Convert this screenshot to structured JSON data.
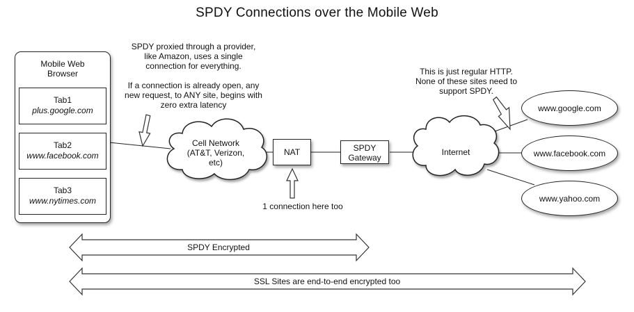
{
  "title": "SPDY Connections over the Mobile Web",
  "browser": {
    "title_line1": "Mobile Web",
    "title_line2": "Browser",
    "tabs": [
      {
        "name": "Tab1",
        "url": "plus.google.com"
      },
      {
        "name": "Tab2",
        "url": "www.facebook.com"
      },
      {
        "name": "Tab3",
        "url": "www.nytimes.com"
      }
    ]
  },
  "notes": {
    "proxy": [
      "SPDY proxied through a provider,",
      "like Amazon, uses a single",
      "connection for everything."
    ],
    "latency": [
      "If a connection is already open, any",
      "new request, to ANY site, begins with",
      "zero extra latency"
    ],
    "http": [
      "This is just regular HTTP.",
      "None of these sites need to",
      "support SPDY."
    ],
    "nat": "1 connection here too"
  },
  "nodes": {
    "cell_network": [
      "Cell Network",
      "(AT&T, Verizon,",
      "etc)"
    ],
    "nat": "NAT",
    "gateway": [
      "SPDY",
      "Gateway"
    ],
    "internet": "Internet"
  },
  "sites": [
    "www.google.com",
    "www.facebook.com",
    "www.yahoo.com"
  ],
  "spans": {
    "spdy": "SPDY Encrypted",
    "ssl": "SSL Sites are end-to-end encrypted too"
  }
}
